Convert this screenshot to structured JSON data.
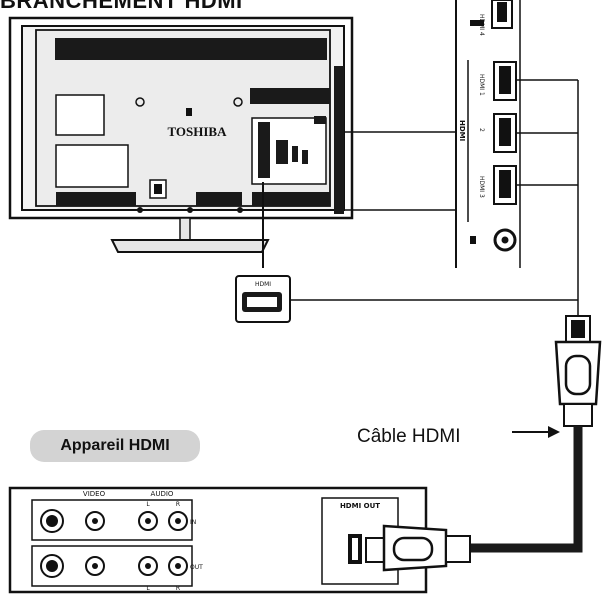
{
  "headline": "BRANCHEMENT HDMI",
  "tv": {
    "brand": "TOSHIBA",
    "hdmi_panel_label": "HDMI",
    "side_port_labels": [
      "HDMI 1",
      "2",
      "HDMI 3"
    ],
    "side_group_label": "HDMI",
    "top_port_label": "HDMI 4"
  },
  "connector_label": "HDMI",
  "device": {
    "title": "Appareil HDMI",
    "video_label": "VIDEO",
    "audio_label": "AUDIO",
    "in_label": "IN",
    "out_label": "OUT",
    "l_label": "L",
    "r_label": "R",
    "hdmi_out_label": "HDMI OUT"
  },
  "cable_caption": "Câble HDMI"
}
